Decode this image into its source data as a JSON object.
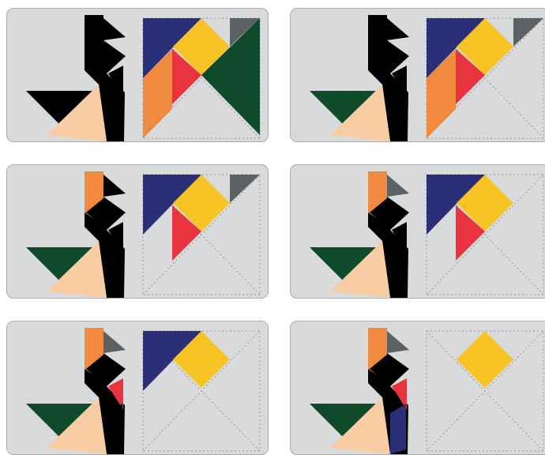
{
  "colors": {
    "panel_bg": "#d9dadc",
    "panel_border": "#a9abae",
    "outline": "#9a9a9a",
    "black": "#000000",
    "navy": "#2b2f78",
    "yellow": "#f7c325",
    "gray": "#5c6264",
    "green": "#0f4a2a",
    "orange": "#ef8a3f",
    "red": "#e8343e",
    "peach": "#f8cda3"
  },
  "piece_names": [
    "black-triangle",
    "dark-green-triangle",
    "peach-triangle",
    "orange-parallelogram",
    "gray-triangle",
    "red-triangle",
    "navy-triangle",
    "yellow-square"
  ],
  "panels": [
    {
      "id": "step-1",
      "figure": [
        "black",
        "black",
        "peach",
        "black",
        "black",
        "black",
        "black",
        "black"
      ],
      "remaining": [
        "navy",
        "yellow",
        "gray",
        "orange",
        "red",
        "green"
      ]
    },
    {
      "id": "step-2",
      "figure": [
        "black",
        "green",
        "peach",
        "black",
        "black",
        "black",
        "black",
        "black"
      ],
      "remaining": [
        "navy",
        "yellow",
        "gray",
        "orange",
        "red"
      ]
    },
    {
      "id": "step-3",
      "figure": [
        "black",
        "green",
        "peach",
        "orange",
        "black",
        "black",
        "black",
        "black"
      ],
      "remaining": [
        "navy",
        "yellow",
        "gray",
        "red"
      ]
    },
    {
      "id": "step-4",
      "figure": [
        "black",
        "green",
        "peach",
        "orange",
        "gray",
        "black",
        "black",
        "black"
      ],
      "remaining": [
        "navy",
        "yellow",
        "red"
      ]
    },
    {
      "id": "step-5",
      "figure": [
        "black",
        "green",
        "peach",
        "orange",
        "gray",
        "red",
        "black",
        "black"
      ],
      "remaining": [
        "navy",
        "yellow"
      ]
    },
    {
      "id": "step-6",
      "figure": [
        "black",
        "green",
        "peach",
        "orange",
        "gray",
        "red",
        "navy",
        "black"
      ],
      "remaining": [
        "yellow"
      ]
    }
  ]
}
